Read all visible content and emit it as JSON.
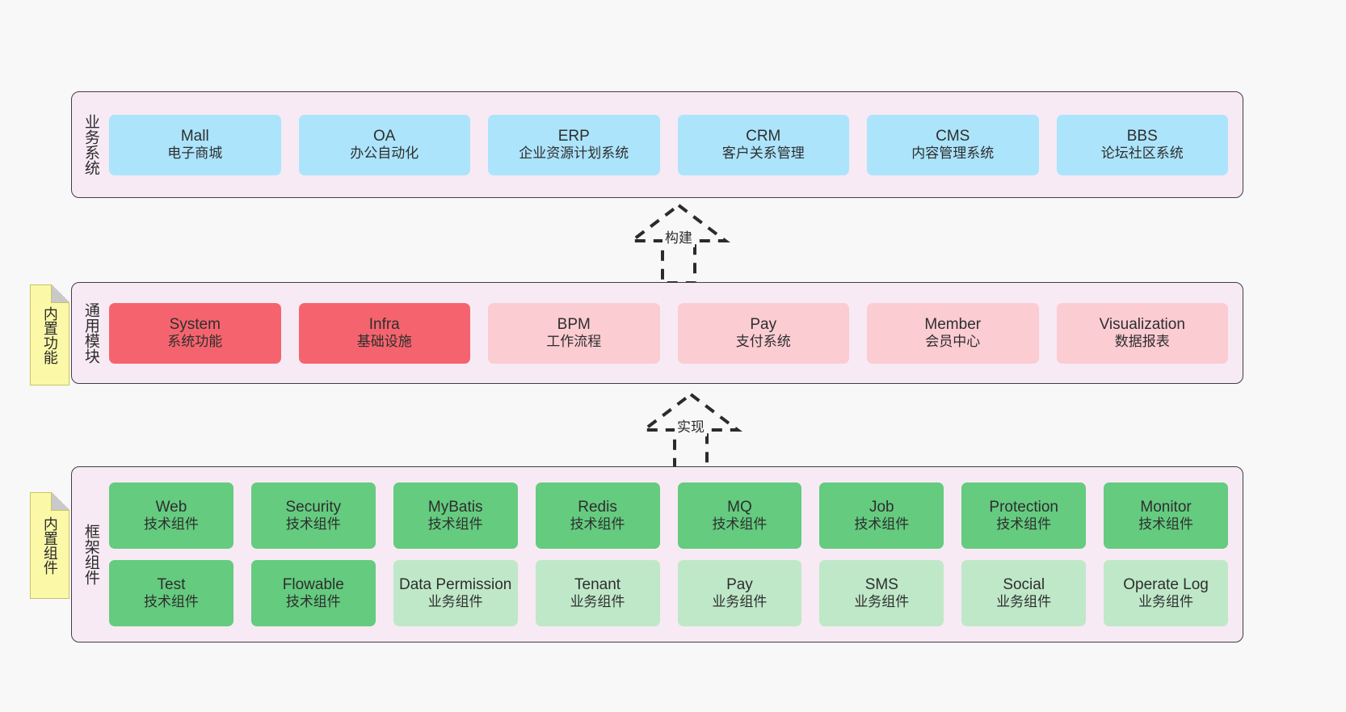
{
  "diagram": {
    "background_color": "#f8f8f8",
    "layer_band_color": "#f7eaf4",
    "note_color": "#fbf8a8"
  },
  "notes": [
    {
      "text": "内置功能"
    },
    {
      "text": "内置组件"
    }
  ],
  "connectors": [
    {
      "label": "构建",
      "style": "dashed-generalization"
    },
    {
      "label": "实现",
      "style": "dashed-generalization"
    }
  ],
  "layers": [
    {
      "name": "business",
      "title": "业务系统",
      "rows": [
        {
          "cards": [
            {
              "title": "Mall",
              "subtitle": "电子商城",
              "color": "#ace4fb",
              "variant": "blue"
            },
            {
              "title": "OA",
              "subtitle": "办公自动化",
              "color": "#ace4fb",
              "variant": "blue"
            },
            {
              "title": "ERP",
              "subtitle": "企业资源计划系统",
              "color": "#ace4fb",
              "variant": "blue"
            },
            {
              "title": "CRM",
              "subtitle": "客户关系管理",
              "color": "#ace4fb",
              "variant": "blue"
            },
            {
              "title": "CMS",
              "subtitle": "内容管理系统",
              "color": "#ace4fb",
              "variant": "blue"
            },
            {
              "title": "BBS",
              "subtitle": "论坛社区系统",
              "color": "#ace4fb",
              "variant": "blue"
            }
          ]
        }
      ]
    },
    {
      "name": "common",
      "title": "通用模块",
      "rows": [
        {
          "cards": [
            {
              "title": "System",
              "subtitle": "系统功能",
              "color": "#f5646e",
              "variant": "red"
            },
            {
              "title": "Infra",
              "subtitle": "基础设施",
              "color": "#f5646e",
              "variant": "red"
            },
            {
              "title": "BPM",
              "subtitle": "工作流程",
              "color": "#fbccd2",
              "variant": "pink"
            },
            {
              "title": "Pay",
              "subtitle": "支付系统",
              "color": "#fbccd2",
              "variant": "pink"
            },
            {
              "title": "Member",
              "subtitle": "会员中心",
              "color": "#fbccd2",
              "variant": "pink"
            },
            {
              "title": "Visualization",
              "subtitle": "数据报表",
              "color": "#fbccd2",
              "variant": "pink"
            }
          ]
        }
      ]
    },
    {
      "name": "framework",
      "title": "框架组件",
      "rows": [
        {
          "cards": [
            {
              "title": "Web",
              "subtitle": "技术组件",
              "color": "#64cb7f",
              "variant": "green"
            },
            {
              "title": "Security",
              "subtitle": "技术组件",
              "color": "#64cb7f",
              "variant": "green"
            },
            {
              "title": "MyBatis",
              "subtitle": "技术组件",
              "color": "#64cb7f",
              "variant": "green"
            },
            {
              "title": "Redis",
              "subtitle": "技术组件",
              "color": "#64cb7f",
              "variant": "green"
            },
            {
              "title": "MQ",
              "subtitle": "技术组件",
              "color": "#64cb7f",
              "variant": "green"
            },
            {
              "title": "Job",
              "subtitle": "技术组件",
              "color": "#64cb7f",
              "variant": "green"
            },
            {
              "title": "Protection",
              "subtitle": "技术组件",
              "color": "#64cb7f",
              "variant": "green"
            },
            {
              "title": "Monitor",
              "subtitle": "技术组件",
              "color": "#64cb7f",
              "variant": "green"
            }
          ]
        },
        {
          "cards": [
            {
              "title": "Test",
              "subtitle": "技术组件",
              "color": "#64cb7f",
              "variant": "green"
            },
            {
              "title": "Flowable",
              "subtitle": "技术组件",
              "color": "#64cb7f",
              "variant": "green"
            },
            {
              "title": "Data Permission",
              "subtitle": "业务组件",
              "color": "#bfe8c8",
              "variant": "lightgreen"
            },
            {
              "title": "Tenant",
              "subtitle": "业务组件",
              "color": "#bfe8c8",
              "variant": "lightgreen"
            },
            {
              "title": "Pay",
              "subtitle": "业务组件",
              "color": "#bfe8c8",
              "variant": "lightgreen"
            },
            {
              "title": "SMS",
              "subtitle": "业务组件",
              "color": "#bfe8c8",
              "variant": "lightgreen"
            },
            {
              "title": "Social",
              "subtitle": "业务组件",
              "color": "#bfe8c8",
              "variant": "lightgreen"
            },
            {
              "title": "Operate Log",
              "subtitle": "业务组件",
              "color": "#bfe8c8",
              "variant": "lightgreen"
            }
          ]
        }
      ]
    }
  ]
}
